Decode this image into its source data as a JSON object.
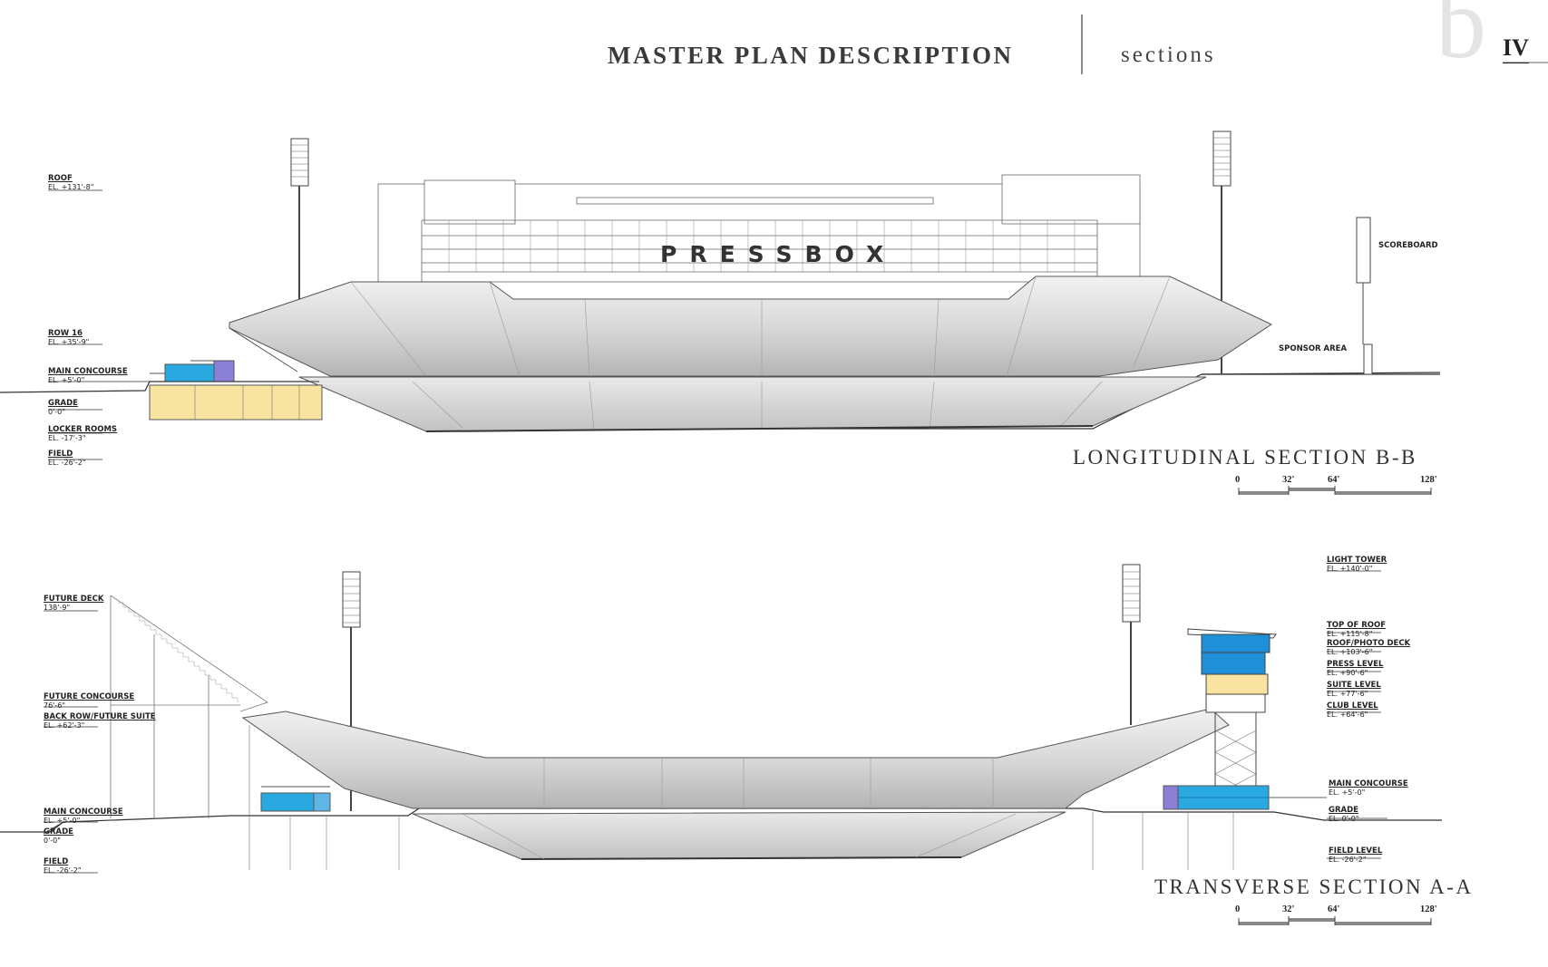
{
  "header": {
    "title": "MASTER PLAN DESCRIPTION",
    "subtitle": "sections",
    "section_letter": "b",
    "page_number": "IV"
  },
  "longitudinal": {
    "title": "LONGITUDINAL SECTION B-B",
    "pressbox_label": "PRESSBOX",
    "labels": {
      "roof": {
        "name": "ROOF",
        "elev": "EL. +131'-8\""
      },
      "row16": {
        "name": "ROW 16",
        "elev": "EL. +35'-9\""
      },
      "main_concourse": {
        "name": "MAIN CONCOURSE",
        "elev": "EL. +5'-0\""
      },
      "grade": {
        "name": "GRADE",
        "elev": "0'-0\""
      },
      "locker_rooms": {
        "name": "LOCKER ROOMS",
        "elev": "EL. -17'-3\""
      },
      "field": {
        "name": "FIELD",
        "elev": "EL. -26'-2\""
      },
      "scoreboard": "SCOREBOARD",
      "sponsor_area": "SPONSOR AREA"
    },
    "scale": [
      "0",
      "32'",
      "64'",
      "128'"
    ]
  },
  "transverse": {
    "title": "TRANSVERSE SECTION A-A",
    "labels": {
      "future_deck": {
        "name": "FUTURE DECK",
        "elev": "138'-9\""
      },
      "future_concourse": {
        "name": "FUTURE CONCOURSE",
        "elev": "76'-6\""
      },
      "back_row": {
        "name": "BACK ROW/FUTURE SUITE",
        "elev": "EL. +62'-3\""
      },
      "main_concourse_left": {
        "name": "MAIN CONCOURSE",
        "elev": "EL. +5'-0\""
      },
      "grade_left": {
        "name": "GRADE",
        "elev": "0'-0\""
      },
      "field_left": {
        "name": "FIELD",
        "elev": "EL. -26'-2\""
      },
      "light_tower": {
        "name": "LIGHT TOWER",
        "elev": "EL. +140'-0\""
      },
      "top_of_roof": {
        "name": "TOP OF ROOF",
        "elev": "EL. +115'-8\""
      },
      "roof_photo_deck": {
        "name": "ROOF/PHOTO DECK",
        "elev": "EL. +103'-6\""
      },
      "press_level": {
        "name": "PRESS LEVEL",
        "elev": "EL. +90'-6\""
      },
      "suite_level": {
        "name": "SUITE LEVEL",
        "elev": "EL. +77'-6\""
      },
      "club_level": {
        "name": "CLUB LEVEL",
        "elev": "EL. +64'-6\""
      },
      "main_concourse_right": {
        "name": "MAIN CONCOURSE",
        "elev": "EL. +5'-0\""
      },
      "grade_right": {
        "name": "GRADE",
        "elev": "EL. 0'-0\""
      },
      "field_level": {
        "name": "FIELD LEVEL",
        "elev": "EL. -26'-2\""
      }
    },
    "scale": [
      "0",
      "32'",
      "64'",
      "128'"
    ]
  },
  "colors": {
    "concourse_blue": "#29a9e0",
    "suite_purple": "#8b7fd6",
    "locker_yellow": "#f8e3a0",
    "press_blue": "#1e8fd8",
    "line": "#555555"
  }
}
